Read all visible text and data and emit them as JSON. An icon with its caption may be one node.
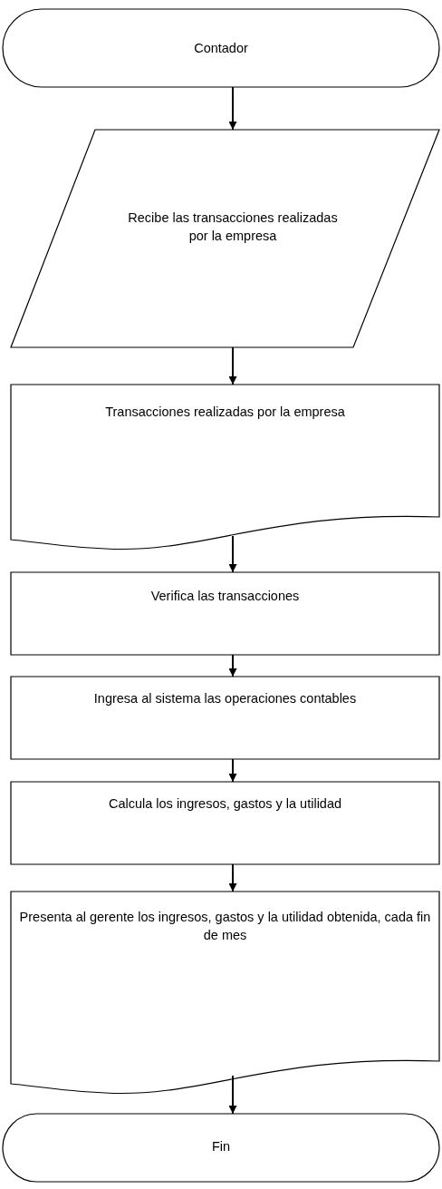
{
  "diagram": {
    "nodes": [
      {
        "text": [
          "Contador"
        ]
      },
      {
        "text": [
          "Recibe las transacciones realizadas por la empresa"
        ]
      },
      {
        "text": [
          "Transacciones realizadas por la empresa"
        ]
      },
      {
        "text": [
          "Verifica las transacciones"
        ]
      },
      {
        "text": [
          "Ingresa al sistema las operaciones contables"
        ]
      },
      {
        "text": [
          "Calcula los ingresos, gastos y la utilidad"
        ]
      },
      {
        "text": [
          "Presenta al gerente los ingresos, gastos y la utilidad obtenida, cada fin de mes"
        ]
      },
      {
        "text": [
          "Fin"
        ]
      }
    ],
    "edges": [
      {
        "from": 0,
        "to": 1,
        "arrow": "to"
      },
      {
        "from": 1,
        "to": 2,
        "arrow": "to"
      },
      {
        "from": 2,
        "to": 3,
        "arrow": "to"
      },
      {
        "from": 3,
        "to": 4,
        "arrow": "to"
      },
      {
        "from": 4,
        "to": 5,
        "arrow": "to"
      },
      {
        "from": 5,
        "to": 6,
        "arrow": "to"
      },
      {
        "from": 6,
        "to": 7,
        "arrow": "to"
      }
    ]
  }
}
